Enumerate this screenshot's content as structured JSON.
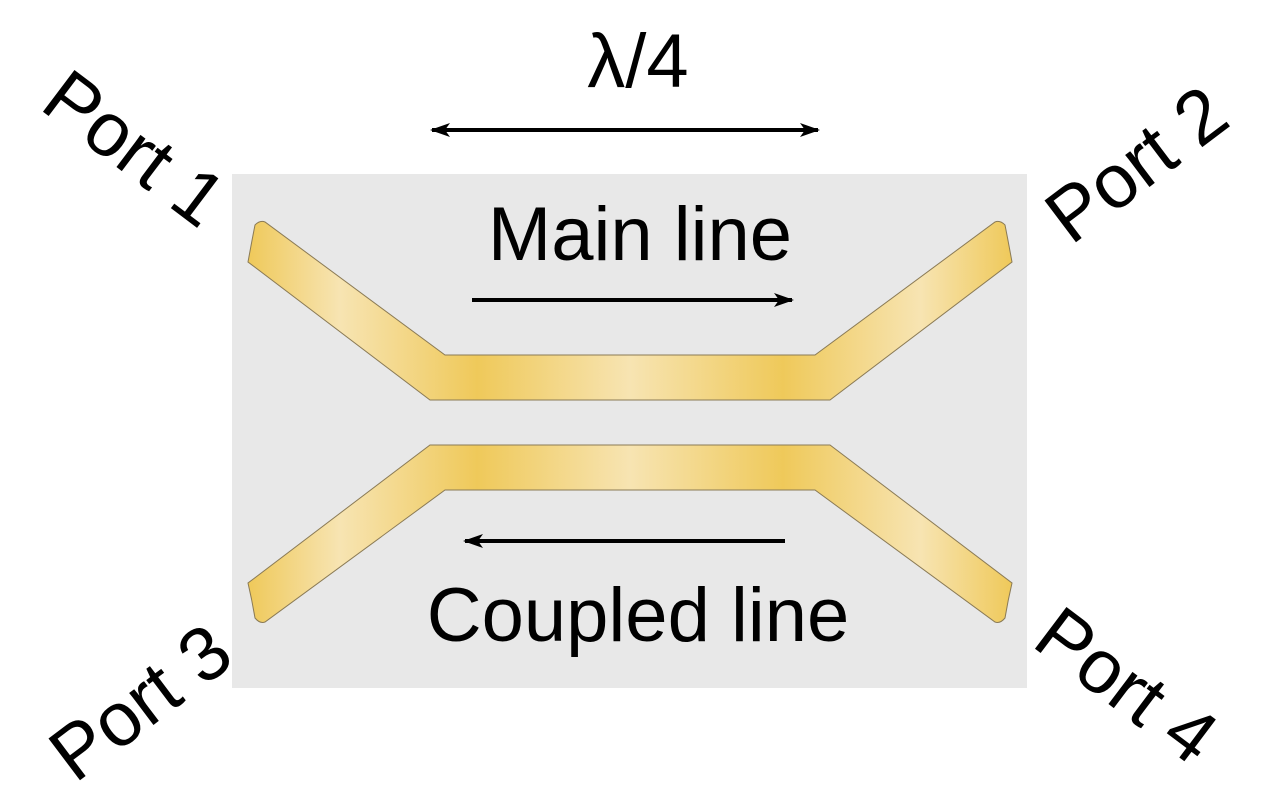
{
  "labels": {
    "quarter_wave": "λ/4",
    "main_line": "Main line",
    "coupled_line": "Coupled line",
    "port1": "Port 1",
    "port2": "Port 2",
    "port3": "Port 3",
    "port4": "Port 4"
  },
  "colors": {
    "substrate": "#e8e8e8",
    "trace_gold": "#efc95a",
    "trace_highlight": "#f7e4b2",
    "trace_edge": "#8a7a55",
    "ink": "#000000"
  }
}
